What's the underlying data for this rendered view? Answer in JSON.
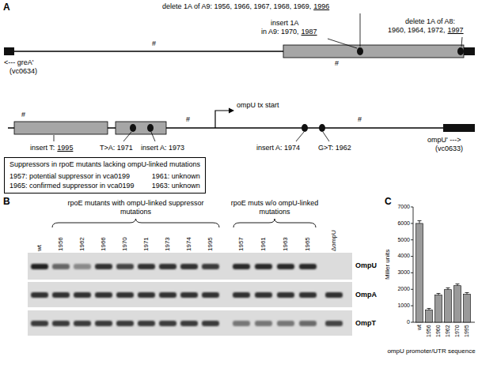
{
  "diagram": {
    "nodes": [
      {
        "text": [
          "Suppressors in rpoE mutants lacking ompU-linked mutations",
          "1957: potential suppressor in vca0199",
          "1961: unknown",
          "1965: confirmed suppressor in vca0199",
          "1963: unknown"
        ]
      }
    ],
    "labels": [
      "A",
      "delete 1A of A9: 1956, 1966, 1967, 1968, 1969,",
      "1996",
      "delete 1A of A8:",
      "1960, 1964, 1972,",
      "1997",
      "insert 1A",
      "in A9: 1970,",
      "1987",
      "#",
      "<--- greA'",
      "(vc0634)",
      "#",
      "#",
      "ompU tx start",
      "#",
      "#",
      "insert T:",
      "1995",
      "T>A: 1971",
      "insert A: 1973",
      "insert A: 1974",
      "G>T: 1962",
      "ompU' --->",
      "(vc0633)",
      "B",
      "rpoE mutants with ompU-linked suppressor mutations",
      "rpoE muts w/o ompU-linked mutations",
      "wt",
      "1956",
      "1962",
      "1966",
      "1970",
      "1971",
      "1973",
      "1974",
      "1995",
      "1957",
      "1961",
      "1963",
      "1965",
      "ΔompU",
      "OmpU",
      "OmpA",
      "OmpT",
      "C",
      "Miller units",
      "0",
      "1000",
      "2000",
      "3000",
      "4000",
      "5000",
      "6000",
      "7000",
      "wt",
      "1956",
      "1960",
      "1962",
      "1970",
      "1995",
      "ompU promoter/UTR sequence"
    ]
  }
}
